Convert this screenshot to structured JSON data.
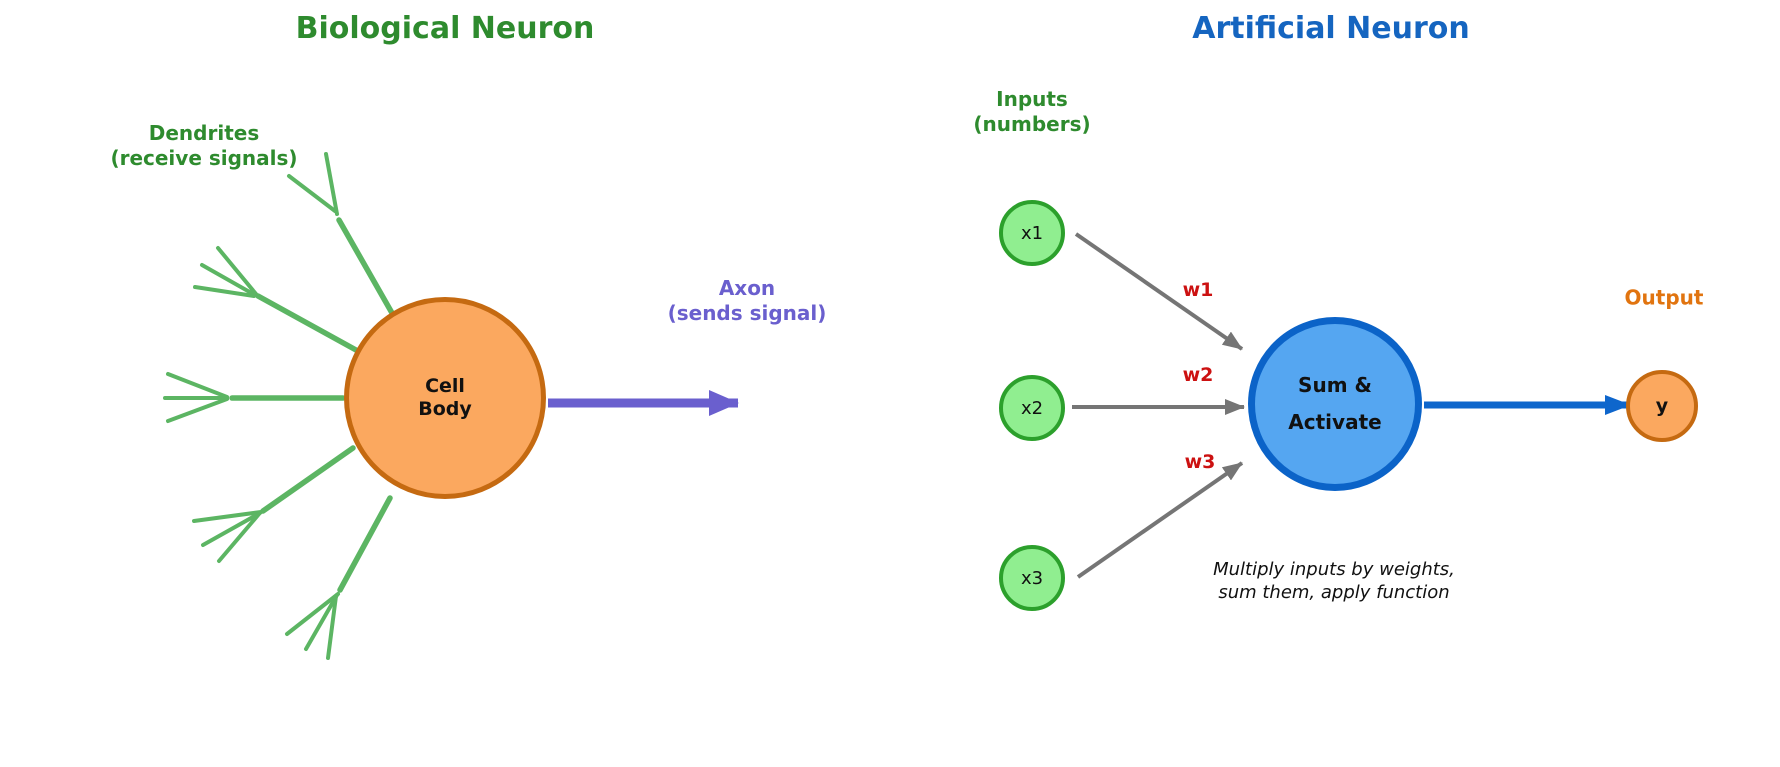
{
  "left_panel": {
    "title": "Biological Neuron",
    "dendrites_label_line1": "Dendrites",
    "dendrites_label_line2": "(receive signals)",
    "cell_body_line1": "Cell",
    "cell_body_line2": "Body",
    "axon_label_line1": "Axon",
    "axon_label_line2": "(sends signal)"
  },
  "right_panel": {
    "title": "Artificial Neuron",
    "inputs_label_line1": "Inputs",
    "inputs_label_line2": "(numbers)",
    "inputs": [
      "x1",
      "x2",
      "x3"
    ],
    "weights": [
      "w1",
      "w2",
      "w3"
    ],
    "neuron_line1": "Sum &",
    "neuron_line2": "Activate",
    "output_label": "Output",
    "output_node": "y",
    "note_line1": "Multiply inputs by weights,",
    "note_line2": "sum them, apply function"
  },
  "colors": {
    "green_text": "#2E8B2E",
    "green_line": "#5CB563",
    "input_fill": "#90EE90",
    "input_border": "#2CA02C",
    "cell_fill": "#FBA85F",
    "cell_border": "#C56A11",
    "orange_text": "#E1740F",
    "purple": "#6A5FCE",
    "blue_title": "#1565C0",
    "neuron_fill": "#55A6F1",
    "neuron_border": "#0B63C8",
    "blue_arrow": "#0E66CC",
    "weight_red": "#CC1111",
    "gray_arrow": "#757575",
    "text_dark": "#111111"
  }
}
